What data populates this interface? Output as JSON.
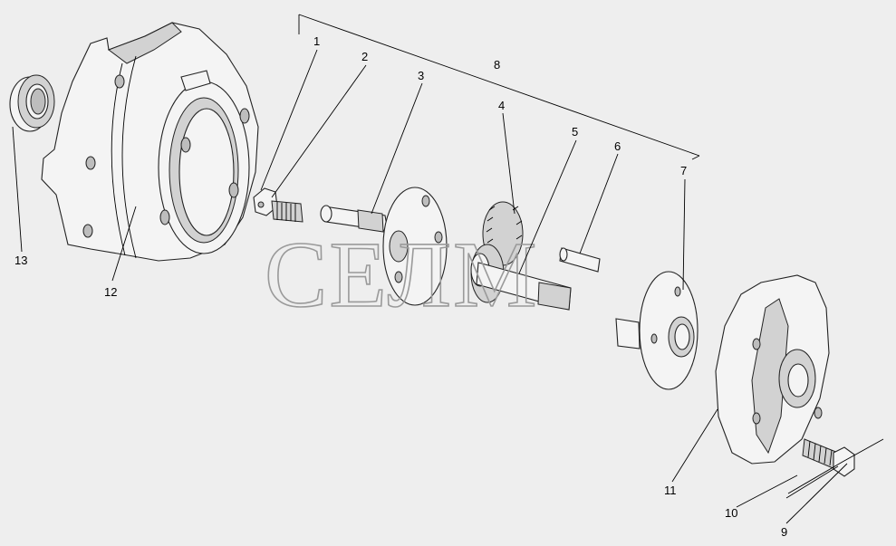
{
  "watermark": "СЕЛМ",
  "callouts": [
    {
      "id": "c1",
      "text": "1"
    },
    {
      "id": "c2",
      "text": "2"
    },
    {
      "id": "c3",
      "text": "3"
    },
    {
      "id": "c4",
      "text": "4"
    },
    {
      "id": "c5",
      "text": "5"
    },
    {
      "id": "c6",
      "text": "6"
    },
    {
      "id": "c7",
      "text": "7"
    },
    {
      "id": "c8",
      "text": "8"
    },
    {
      "id": "c9",
      "text": "9"
    },
    {
      "id": "c10",
      "text": "10"
    },
    {
      "id": "c11",
      "text": "11"
    },
    {
      "id": "c12",
      "text": "12"
    },
    {
      "id": "c13",
      "text": "13"
    }
  ]
}
